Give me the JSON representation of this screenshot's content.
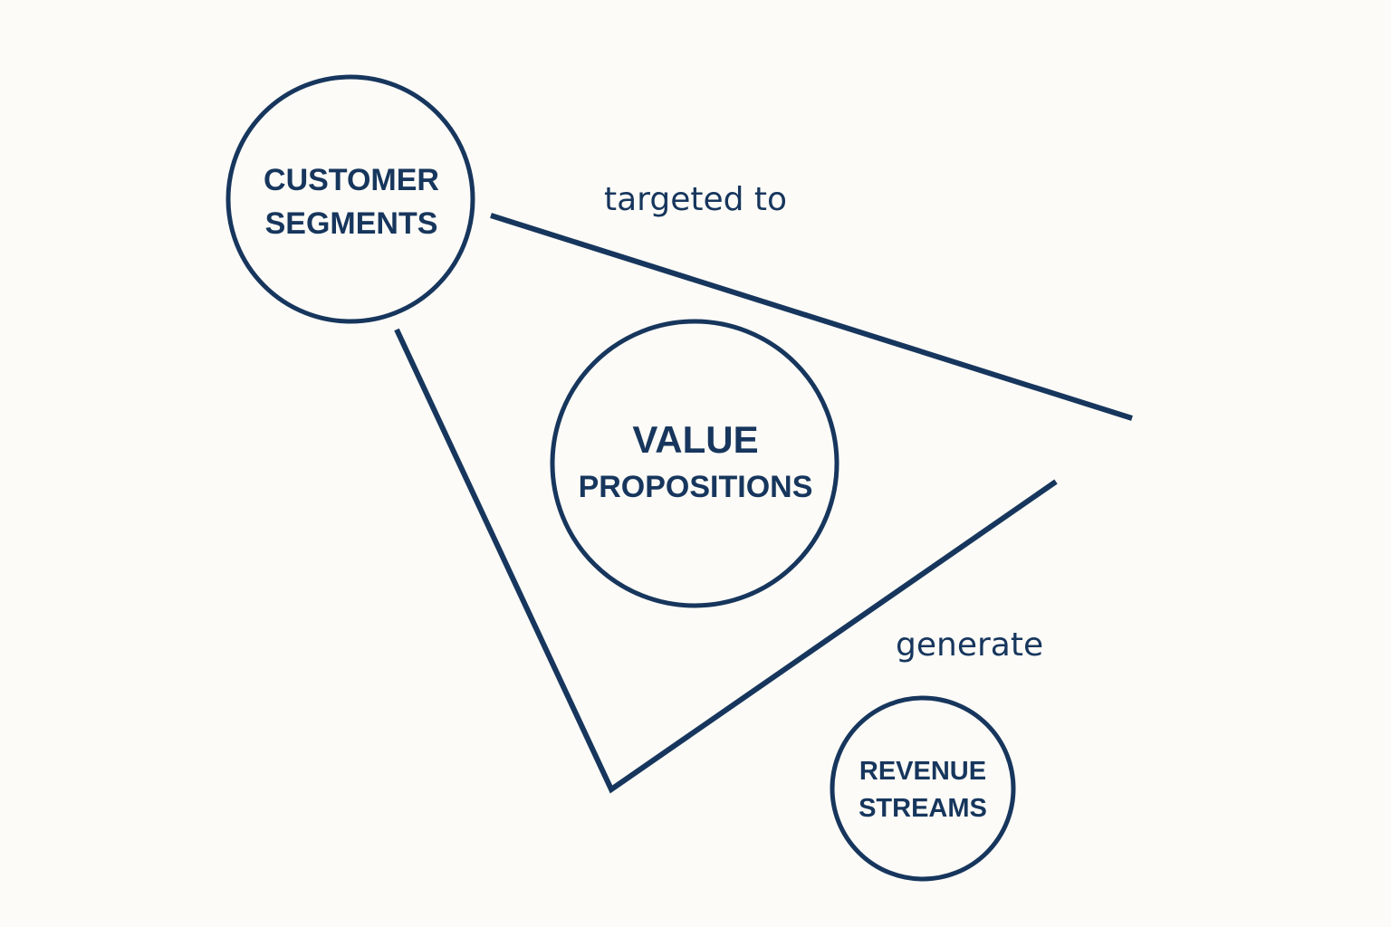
{
  "colors": {
    "background": "#fcfbf7",
    "stroke": "#17365d",
    "text": "#17365d"
  },
  "nodes": {
    "customer_segments": {
      "line1": "CUSTOMER",
      "line2": "SEGMENTS"
    },
    "value_propositions": {
      "line1": "VALUE",
      "line2": "PROPOSITIONS"
    },
    "revenue_streams": {
      "line1": "REVENUE",
      "line2": "STREAMS"
    }
  },
  "edges": {
    "targeted_to": "targeted to",
    "generate": "generate"
  }
}
